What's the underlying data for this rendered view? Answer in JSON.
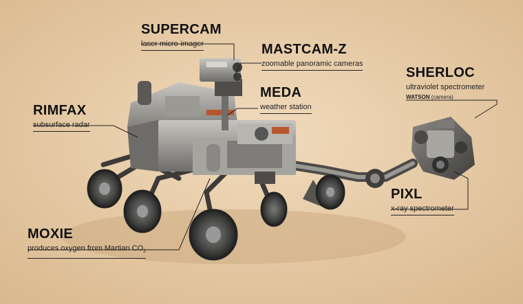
{
  "callouts": {
    "supercam": {
      "name": "SUPERCAM",
      "desc": "laser micro-imager"
    },
    "mastcam": {
      "name": "MASTCAM-Z",
      "desc": "zoomable panoramic cameras"
    },
    "meda": {
      "name": "MEDA",
      "desc": "weather station"
    },
    "sherloc": {
      "name": "SHERLOC",
      "desc": "ultraviolet spectrometer",
      "sub_name": "WATSON",
      "sub_desc": " (camera)"
    },
    "rimfax": {
      "name": "RIMFAX",
      "desc": "subsurface radar"
    },
    "pixl": {
      "name": "PIXL",
      "desc": "x-ray spectrometer"
    },
    "moxie": {
      "name": "MOXIE",
      "desc": "produces oxygen from Martian CO",
      "desc_subscript": "2"
    }
  },
  "colors": {
    "background": "#e6c9a3",
    "text": "#111111",
    "rover_body": "#8f8e8a",
    "wheel": "#3b3b3b"
  }
}
